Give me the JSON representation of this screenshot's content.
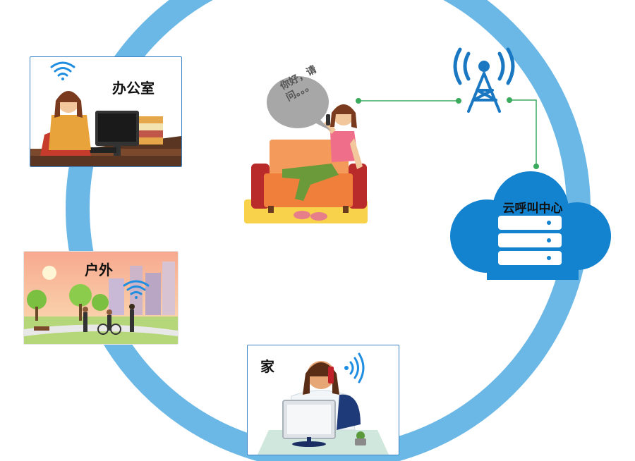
{
  "labels": {
    "office": "办公室",
    "outdoor": "户外",
    "home": "家",
    "cloud_center": "云呼叫中心",
    "speech": "你好，请问。。。"
  },
  "colors": {
    "ring": "#6bb8e6",
    "cloud": "#1382cf",
    "connector": "#3aaa5c",
    "tower": "#1a78c2",
    "card_border": "#3a86c8"
  },
  "icons": [
    "wifi-icon",
    "cell-tower-icon",
    "server-cloud-icon"
  ]
}
